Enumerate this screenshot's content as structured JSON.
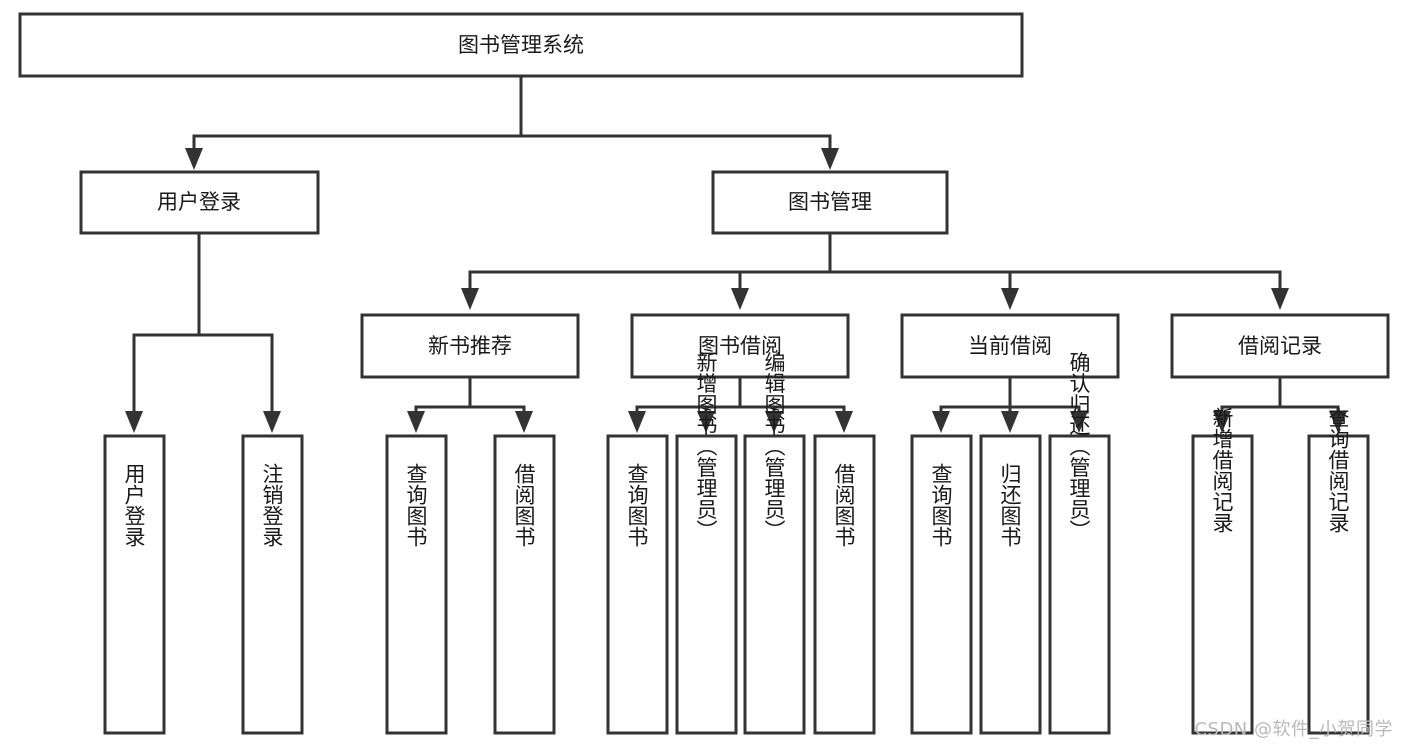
{
  "diagram": {
    "title": "图书管理系统",
    "type": "tree",
    "theme": {
      "background": "#ffffff",
      "node_fill": "#ffffff",
      "node_stroke": "#333333",
      "edge_color": "#333333",
      "text_color": "#1a1a1a",
      "watermark_color": "#b9b9b9"
    },
    "root": {
      "id": "root",
      "label": "图书管理系统",
      "orientation": "horizontal"
    },
    "level2": [
      {
        "id": "user-login",
        "label": "用户登录",
        "orientation": "horizontal"
      },
      {
        "id": "book-management",
        "label": "图书管理",
        "orientation": "horizontal"
      }
    ],
    "level3": [
      {
        "id": "new-book-recommend",
        "label": "新书推荐",
        "orientation": "horizontal",
        "parent": "book-management"
      },
      {
        "id": "book-borrow",
        "label": "图书借阅",
        "orientation": "horizontal",
        "parent": "book-management"
      },
      {
        "id": "current-borrow",
        "label": "当前借阅",
        "orientation": "horizontal",
        "parent": "book-management"
      },
      {
        "id": "borrow-record",
        "label": "借阅记录",
        "orientation": "horizontal",
        "parent": "book-management"
      }
    ],
    "leaves": [
      {
        "id": "leaf-user-login",
        "label": "用户登录",
        "orientation": "vertical",
        "parent": "user-login"
      },
      {
        "id": "leaf-user-logout",
        "label": "注销登录",
        "orientation": "vertical",
        "parent": "user-login"
      },
      {
        "id": "leaf-query-book-1",
        "label": "查询图书",
        "orientation": "vertical",
        "parent": "new-book-recommend"
      },
      {
        "id": "leaf-borrow-book-1",
        "label": "借阅图书",
        "orientation": "vertical",
        "parent": "new-book-recommend"
      },
      {
        "id": "leaf-query-book-2",
        "label": "查询图书",
        "orientation": "vertical",
        "parent": "book-borrow"
      },
      {
        "id": "leaf-add-book",
        "label": "新增图书（管理员）",
        "orientation": "vertical",
        "parent": "book-borrow"
      },
      {
        "id": "leaf-edit-book",
        "label": "编辑图书（管理员）",
        "orientation": "vertical",
        "parent": "book-borrow"
      },
      {
        "id": "leaf-borrow-book-2",
        "label": "借阅图书",
        "orientation": "vertical",
        "parent": "book-borrow"
      },
      {
        "id": "leaf-query-book-3",
        "label": "查询图书",
        "orientation": "vertical",
        "parent": "current-borrow"
      },
      {
        "id": "leaf-return-book",
        "label": "归还图书",
        "orientation": "vertical",
        "parent": "current-borrow"
      },
      {
        "id": "leaf-confirm-return",
        "label": "确认归还（管理员）",
        "orientation": "vertical",
        "parent": "current-borrow"
      },
      {
        "id": "leaf-add-record",
        "label": "新增借阅记录",
        "orientation": "vertical",
        "parent": "borrow-record"
      },
      {
        "id": "leaf-query-record",
        "label": "查询借阅记录",
        "orientation": "vertical",
        "parent": "borrow-record"
      }
    ]
  },
  "watermark": {
    "text": "CSDN @软件_小贺同学"
  }
}
